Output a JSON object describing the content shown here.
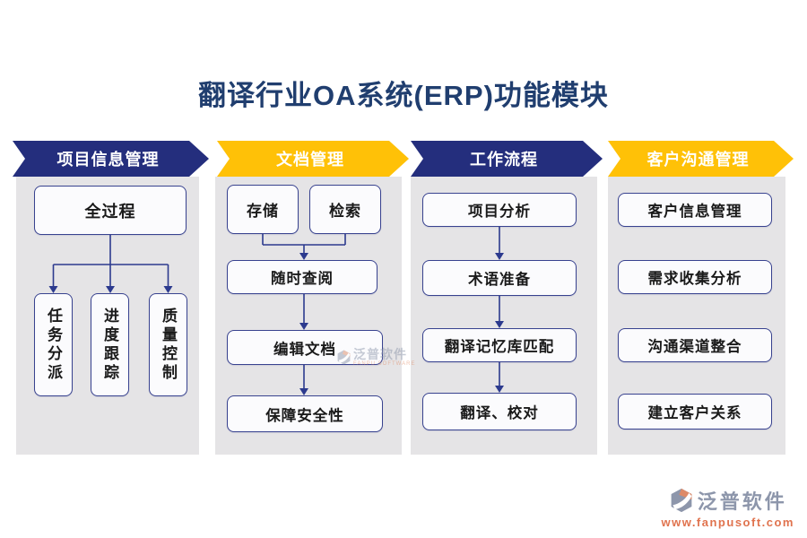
{
  "title": "翻译行业OA系统(ERP)功能模块",
  "colors": {
    "navy": "#242e7d",
    "gold": "#ffc107",
    "panel": "#e5e4e6",
    "box_border": "#38428f",
    "box_bg": "#fbfbfd",
    "line": "#2c3a8e",
    "title": "#203e6f",
    "text": "#1a1a1a",
    "logo_gray": "#8d96ab",
    "logo_orange": "#e0734e"
  },
  "columns": [
    {
      "header": "项目信息管理",
      "accent": "#242e7d",
      "top_box": "全过程",
      "vertical_boxes": [
        "任务分派",
        "进度跟踪",
        "质量控制"
      ]
    },
    {
      "header": "文档管理",
      "accent": "#ffc107",
      "pair_boxes": [
        "存储",
        "检索"
      ],
      "stack_boxes": [
        "随时查阅",
        "编辑文档",
        "保障安全性"
      ]
    },
    {
      "header": "工作流程",
      "accent": "#242e7d",
      "stack_boxes": [
        "项目分析",
        "术语准备",
        "翻译记忆库匹配",
        "翻译、校对"
      ]
    },
    {
      "header": "客户沟通管理",
      "accent": "#ffc107",
      "stack_boxes": [
        "客户信息管理",
        "需求收集分析",
        "沟通渠道整合",
        "建立客户关系"
      ]
    }
  ],
  "watermark": {
    "name": "泛普软件",
    "subtitle": "FANPU SOFTWARE"
  },
  "logo": {
    "name": "泛普软件",
    "url": "www.fanpusoft.com"
  }
}
